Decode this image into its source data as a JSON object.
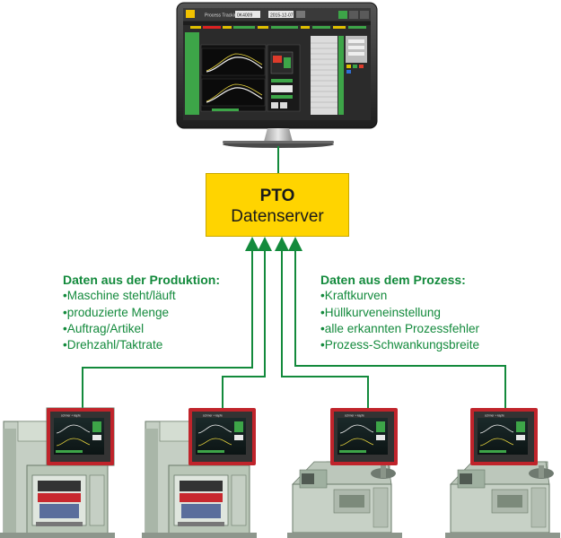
{
  "colors": {
    "accent_green": "#138a3c",
    "server_yellow": "#ffd400",
    "screen_frame_red": "#c0242b",
    "machine_gray": "#c8d2c8"
  },
  "server": {
    "title": "PTO",
    "subtitle": "Datenserver"
  },
  "production": {
    "heading": "Daten aus der Produktion:",
    "items": [
      "Maschine steht/läuft",
      "produzierte Menge",
      "Auftrag/Artikel",
      "Drehzahl/Taktrate"
    ]
  },
  "process": {
    "heading": "Daten aus dem Prozess:",
    "items": [
      "Kraftkurven",
      "Hüllkurveneinstellung",
      "alle erkannten Prozessfehler",
      "Prozess-Schwankungsbreite"
    ]
  },
  "monitor": {
    "icon": "desktop-monitor-icon",
    "app_title": "Process Tracking Office",
    "field_1": "0K4009",
    "date": "2015-12-07"
  },
  "machines": [
    {
      "type": "press-machine-icon",
      "panel_brand": "schmer + kapfe"
    },
    {
      "type": "press-machine-icon",
      "panel_brand": "schmer + kapfe"
    },
    {
      "type": "lathe-machine-icon",
      "panel_brand": "schmer + kapfe"
    },
    {
      "type": "lathe-machine-icon",
      "panel_brand": "schmer + kapfe"
    }
  ]
}
